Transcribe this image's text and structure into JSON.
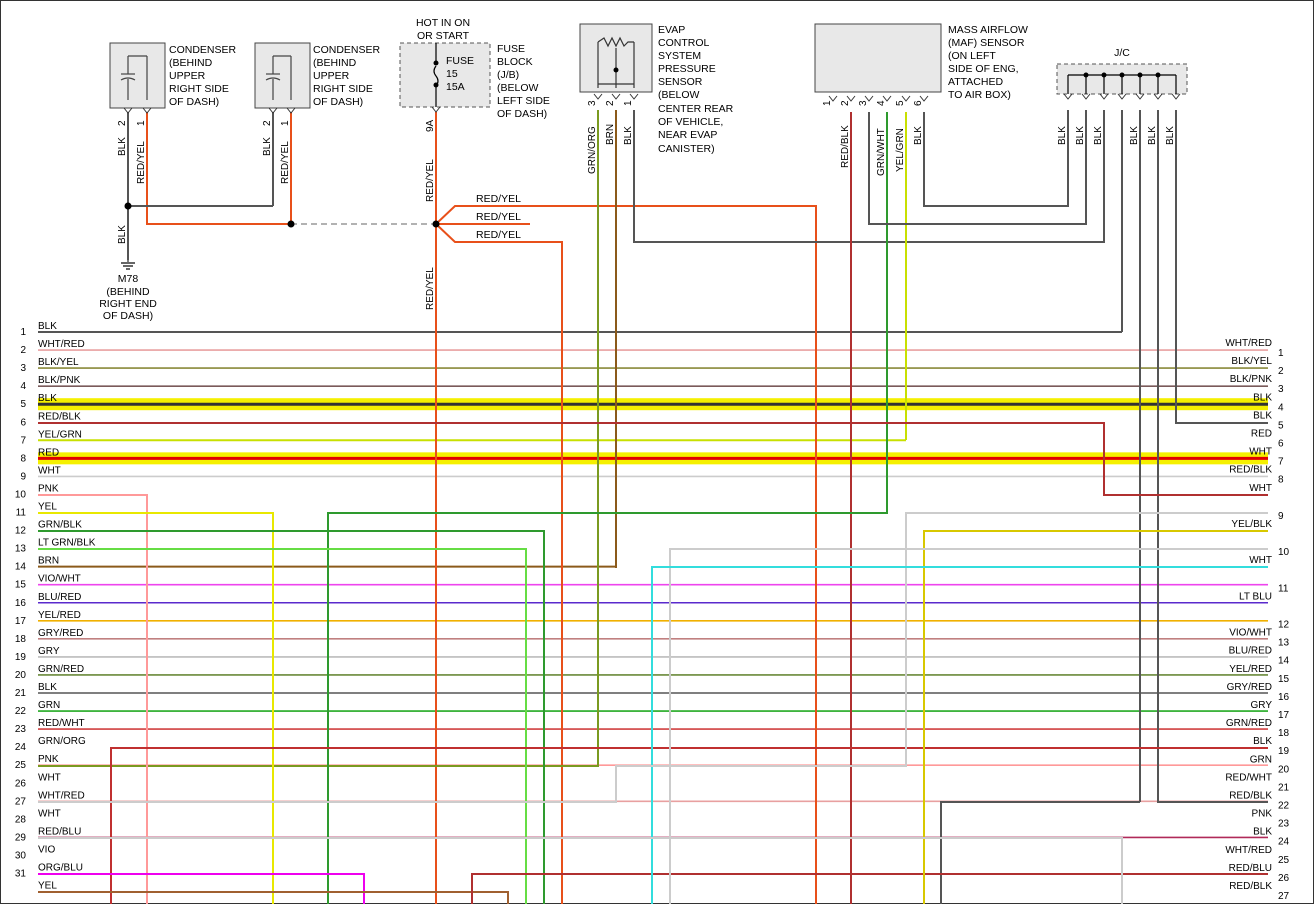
{
  "components": {
    "condenser1": {
      "lines": [
        "CONDENSER",
        "(BEHIND",
        "UPPER",
        "RIGHT SIDE",
        "OF DASH)"
      ],
      "pins": [
        "2",
        "1"
      ],
      "wires": [
        "BLK",
        "RED/YEL"
      ]
    },
    "condenser2": {
      "lines": [
        "CONDENSER",
        "(BEHIND",
        "UPPER",
        "RIGHT SIDE",
        "OF DASH)"
      ],
      "pins": [
        "2",
        "1"
      ],
      "wires": [
        "BLK",
        "RED/YEL"
      ]
    },
    "ground": {
      "wire": "BLK",
      "lines": [
        "M78",
        "(BEHIND",
        "RIGHT END",
        "OF DASH)"
      ]
    },
    "fuse": {
      "header": [
        "HOT IN ON",
        "OR START"
      ],
      "inner": [
        "FUSE",
        "15",
        "15A"
      ],
      "label": [
        "FUSE",
        "BLOCK",
        "(J/B)",
        "(BELOW",
        "LEFT SIDE",
        "OF DASH)"
      ],
      "pin": "9A",
      "wire_top": "RED/YEL",
      "wire_bottom": "RED/YEL",
      "branches": [
        "RED/YEL",
        "RED/YEL",
        "RED/YEL"
      ]
    },
    "evap": {
      "label": [
        "EVAP",
        "CONTROL",
        "SYSTEM",
        "PRESSURE",
        "SENSOR",
        "(BELOW",
        "CENTER REAR",
        "OF VEHICLE,",
        "NEAR EVAP",
        "CANISTER)"
      ],
      "pins": [
        "3",
        "2",
        "1"
      ],
      "wires": [
        "GRN/ORG",
        "BRN",
        "BLK"
      ]
    },
    "maf": {
      "label": [
        "MASS AIRFLOW",
        "(MAF) SENSOR",
        "(ON LEFT",
        "SIDE OF ENG,",
        "ATTACHED",
        "TO AIR BOX)"
      ],
      "pins": [
        "1",
        "2",
        "3",
        "4",
        "5",
        "6"
      ],
      "wires": [
        "RED/BLK",
        "GRN/WHT",
        "YEL/GRN",
        "BLK"
      ]
    },
    "jc": {
      "label": "J/C",
      "wires": [
        "BLK",
        "BLK",
        "BLK",
        "BLK",
        "BLK",
        "BLK"
      ]
    }
  },
  "left_rows": [
    {
      "num": "1",
      "label": "BLK",
      "color": "#555555"
    },
    {
      "num": "2",
      "label": "WHT/RED",
      "color": "#e8a0a0"
    },
    {
      "num": "3",
      "label": "BLK/YEL",
      "color": "#8a8a3a"
    },
    {
      "num": "4",
      "label": "BLK/PNK",
      "color": "#7a5a5a"
    },
    {
      "num": "5",
      "label": "BLK",
      "color": "#333333",
      "highlight": "#f5f000"
    },
    {
      "num": "6",
      "label": "RED/BLK",
      "color": "#b03030"
    },
    {
      "num": "7",
      "label": "YEL/GRN",
      "color": "#c8e000"
    },
    {
      "num": "8",
      "label": "RED",
      "color": "#e00000",
      "highlight": "#f5f000"
    },
    {
      "num": "9",
      "label": "WHT",
      "color": "#cccccc"
    },
    {
      "num": "10",
      "label": "PNK",
      "color": "#ff9999"
    },
    {
      "num": "11",
      "label": "YEL",
      "color": "#e8e800"
    },
    {
      "num": "12",
      "label": "GRN/BLK",
      "color": "#2e9a2e"
    },
    {
      "num": "13",
      "label": "LT GRN/BLK",
      "color": "#66dd44"
    },
    {
      "num": "14",
      "label": "BRN",
      "color": "#8b5a1a"
    },
    {
      "num": "15",
      "label": "VIO/WHT",
      "color": "#ee44ee"
    },
    {
      "num": "16",
      "label": "BLU/RED",
      "color": "#5a2acc"
    },
    {
      "num": "17",
      "label": "YEL/RED",
      "color": "#f0b000"
    },
    {
      "num": "18",
      "label": "GRY/RED",
      "color": "#c08080"
    },
    {
      "num": "19",
      "label": "GRY",
      "color": "#bbbbbb"
    },
    {
      "num": "20",
      "label": "GRN/RED",
      "color": "#6a8a3a"
    },
    {
      "num": "21",
      "label": "BLK",
      "color": "#555555"
    },
    {
      "num": "22",
      "label": "GRN",
      "color": "#22aa22"
    },
    {
      "num": "23",
      "label": "RED/WHT",
      "color": "#d04040"
    },
    {
      "num": "24",
      "label": "GRN/ORG",
      "color": "#7a9a20"
    },
    {
      "num": "25",
      "label": "PNK",
      "color": "#ff9999"
    },
    {
      "num": "26",
      "label": "WHT",
      "color": "#cccccc"
    },
    {
      "num": "27",
      "label": "WHT/RED",
      "color": "#e8a0a0"
    },
    {
      "num": "28",
      "label": "WHT",
      "color": "#cccccc"
    },
    {
      "num": "29",
      "label": "RED/BLU",
      "color": "#b02a5a"
    },
    {
      "num": "30",
      "label": "VIO",
      "color": "#ee00ee"
    },
    {
      "num": "31",
      "label": "ORG/BLU",
      "color": "#a06030"
    },
    {
      "num": "",
      "label": "YEL",
      "color": "#e8e800"
    }
  ],
  "right_rows": [
    {
      "num": "1",
      "label": "WHT/RED",
      "color": "#e8a0a0"
    },
    {
      "num": "2",
      "label": "BLK/YEL",
      "color": "#8a8a3a"
    },
    {
      "num": "3",
      "label": "BLK/PNK",
      "color": "#7a5a5a"
    },
    {
      "num": "4",
      "label": "BLK",
      "color": "#333333"
    },
    {
      "num": "5",
      "label": "BLK",
      "color": "#555555"
    },
    {
      "num": "6",
      "label": "RED",
      "color": "#e00000"
    },
    {
      "num": "7",
      "label": "WHT",
      "color": "#cccccc"
    },
    {
      "num": "8",
      "label": "RED/BLK",
      "color": "#b03030"
    },
    {
      "num": "",
      "label": "WHT",
      "color": "#cccccc"
    },
    {
      "num": "9",
      "label": "",
      "color": "#cccccc"
    },
    {
      "num": "",
      "label": "YEL/BLK",
      "color": "#d8c800"
    },
    {
      "num": "10",
      "label": "",
      "color": "#d8c800"
    },
    {
      "num": "",
      "label": "WHT",
      "color": "#cccccc"
    },
    {
      "num": "11",
      "label": "",
      "color": "#cccccc"
    },
    {
      "num": "",
      "label": "LT BLU",
      "color": "#33dddd"
    },
    {
      "num": "12",
      "label": "",
      "color": "#33dddd"
    },
    {
      "num": "13",
      "label": "VIO/WHT",
      "color": "#ee44ee"
    },
    {
      "num": "14",
      "label": "BLU/RED",
      "color": "#5a2acc"
    },
    {
      "num": "15",
      "label": "YEL/RED",
      "color": "#f0b000"
    },
    {
      "num": "16",
      "label": "GRY/RED",
      "color": "#c08080"
    },
    {
      "num": "17",
      "label": "GRY",
      "color": "#bbbbbb"
    },
    {
      "num": "18",
      "label": "GRN/RED",
      "color": "#6a8a3a"
    },
    {
      "num": "19",
      "label": "BLK",
      "color": "#555555"
    },
    {
      "num": "20",
      "label": "GRN",
      "color": "#22aa22"
    },
    {
      "num": "21",
      "label": "RED/WHT",
      "color": "#d04040"
    },
    {
      "num": "22",
      "label": "RED/BLK",
      "color": "#b03030"
    },
    {
      "num": "23",
      "label": "PNK",
      "color": "#ff9999"
    },
    {
      "num": "24",
      "label": "BLK",
      "color": "#555555"
    },
    {
      "num": "25",
      "label": "WHT/RED",
      "color": "#e8a0a0"
    },
    {
      "num": "26",
      "label": "RED/BLU",
      "color": "#b02a5a"
    },
    {
      "num": "27",
      "label": "RED/BLK",
      "color": "#b03030"
    }
  ],
  "colors": {
    "red_yel": "#e8501a",
    "evap_green": "#7a9a20",
    "brn": "#8b5a1a",
    "blk": "#555555",
    "highlight": "#f5f000",
    "component_fill": "#e8e8e8"
  }
}
